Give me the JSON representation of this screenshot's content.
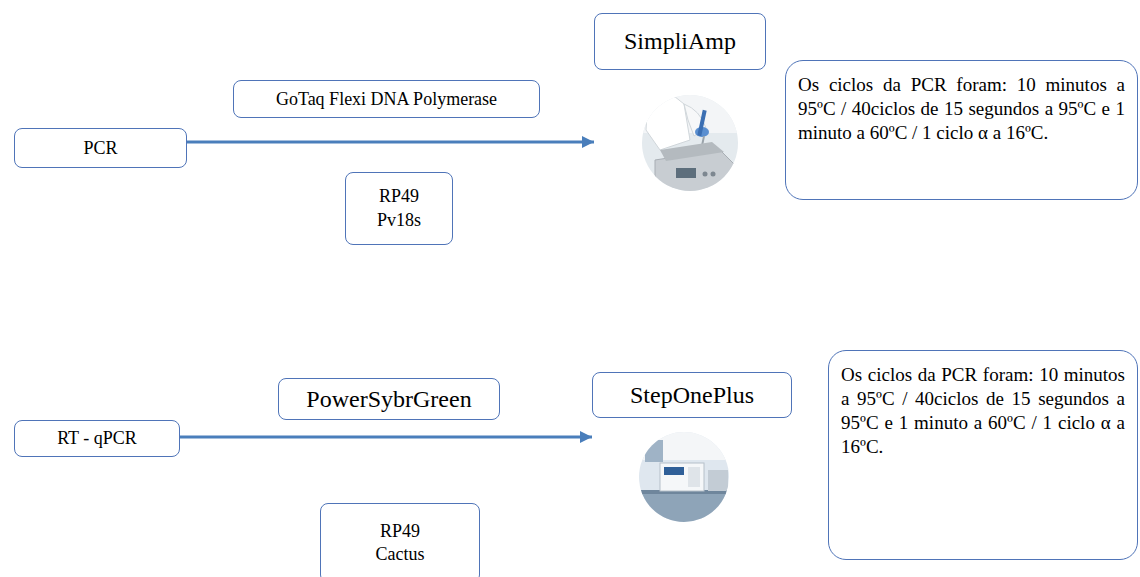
{
  "diagram": {
    "nodes": [
      {
        "text": [
          "PCR"
        ]
      },
      {
        "text": [
          "GoTaq Flexi DNA Polymerase"
        ]
      },
      {
        "text": [
          "RP49 Pv18s"
        ]
      },
      {
        "text": [
          "SimpliAmp"
        ]
      },
      {
        "text": [
          "Os ciclos da PCR foram: 10 minutos a 95ºC / 40ciclos de 15 segundos a 95ºC e 1 minuto a 60ºC / 1 ciclo α a 16ºC."
        ]
      },
      {
        "text": [
          "RT - qPCR"
        ]
      },
      {
        "text": [
          "PowerSybrGreen"
        ]
      },
      {
        "text": [
          "RP49 Cactus"
        ]
      },
      {
        "text": [
          "StepOnePlus"
        ]
      },
      {
        "text": [
          "Os ciclos da PCR foram: 10 minutos a 95ºC / 40ciclos de 15 segundos a 95ºC e 1 minuto a 60ºC / 1 ciclo α a 16ºC."
        ]
      }
    ],
    "edges": [
      {
        "from": 0,
        "to": 3,
        "arrow": "to"
      },
      {
        "from": 5,
        "to": 8,
        "arrow": "to"
      }
    ]
  }
}
